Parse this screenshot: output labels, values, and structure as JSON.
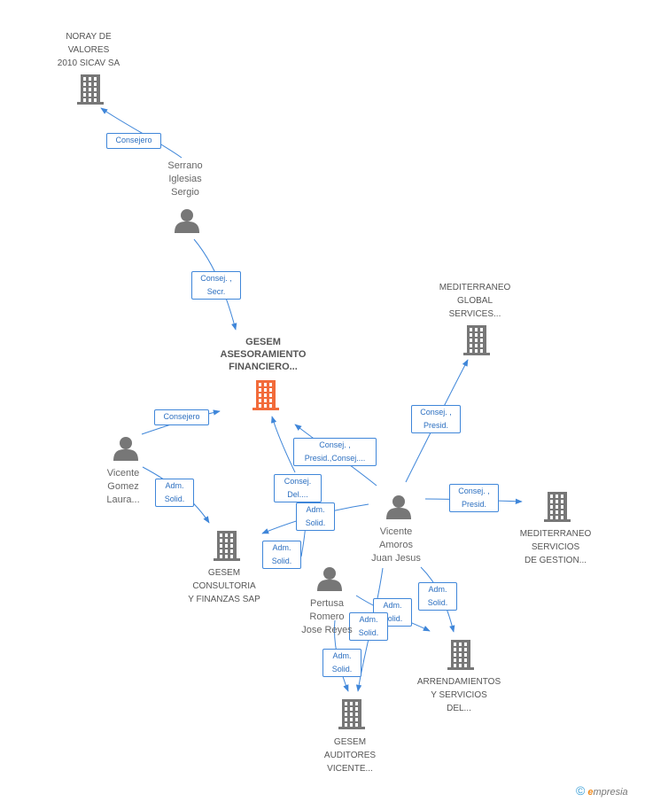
{
  "nodes": {
    "noray": {
      "label": "NORAY DE\nVALORES\n2010 SICAV SA",
      "type": "company"
    },
    "serrano": {
      "label": "Serrano\nIglesias\nSergio",
      "type": "person"
    },
    "gesem_asesoramiento": {
      "label": "GESEM\nASESORAMIENTO\nFINANCIERO...",
      "type": "company",
      "focus": true
    },
    "mediterraneo_global": {
      "label": "MEDITERRANEO\nGLOBAL\nSERVICES...",
      "type": "company"
    },
    "vicente_gomez": {
      "label": "Vicente\nGomez\nLaura...",
      "type": "person"
    },
    "vicente_amoros": {
      "label": "Vicente\nAmoros\nJuan Jesus",
      "type": "person"
    },
    "mediterraneo_servicios": {
      "label": "MEDITERRANEO\nSERVICIOS\nDE GESTION...",
      "type": "company"
    },
    "gesem_consultoria": {
      "label": "GESEM\nCONSULTORIA\nY FINANZAS SAP",
      "type": "company"
    },
    "pertusa": {
      "label": "Pertusa\nRomero\nJose Reyes",
      "type": "person"
    },
    "arrendamientos": {
      "label": "ARRENDAMIENTOS\nY SERVICIOS\nDEL...",
      "type": "company"
    },
    "gesem_auditores": {
      "label": "GESEM\nAUDITORES\nVICENTE...",
      "type": "company"
    }
  },
  "edges": [
    {
      "from": "serrano",
      "to": "noray",
      "label": "Consejero"
    },
    {
      "from": "serrano",
      "to": "gesem_asesoramiento",
      "label": "Consej. ,\nSecr."
    },
    {
      "from": "vicente_gomez",
      "to": "gesem_asesoramiento",
      "label": "Consejero"
    },
    {
      "from": "vicente_gomez",
      "to": "gesem_consultoria",
      "label": "Adm.\nSolid."
    },
    {
      "from": "vicente_amoros",
      "to": "gesem_asesoramiento",
      "label": "Consej. ,\nPresid.,Consej...."
    },
    {
      "from": "vicente_amoros",
      "to": "mediterraneo_global",
      "label": "Consej. ,\nPresid."
    },
    {
      "from": "vicente_amoros",
      "to": "mediterraneo_servicios",
      "label": "Consej. ,\nPresid."
    },
    {
      "from": "vicente_amoros",
      "to": "gesem_consultoria",
      "label": "Adm.\nSolid."
    },
    {
      "from": "vicente_amoros",
      "to": "arrendamientos",
      "label": "Adm.\nSolid."
    },
    {
      "from": "vicente_amoros",
      "to": "gesem_auditores",
      "label": "Adm.\nSolid."
    },
    {
      "from": "pertusa",
      "to": "gesem_asesoramiento",
      "label": "Consej.\nDel...."
    },
    {
      "from": "pertusa",
      "to": "gesem_consultoria",
      "label": "Adm.\nSolid."
    },
    {
      "from": "pertusa",
      "to": "arrendamientos",
      "label": "Adm.\nSolid."
    },
    {
      "from": "pertusa",
      "to": "gesem_auditores",
      "label": "Adm.\nSolid."
    }
  ],
  "footer": {
    "copyright_symbol": "©",
    "brand_initial": "e",
    "brand_rest": "mpresia"
  },
  "colors": {
    "edge": "#3f86d9",
    "icon": "#777777",
    "focus_icon": "#f26b3a"
  },
  "icons": {
    "company": "building-icon",
    "person": "person-icon"
  }
}
